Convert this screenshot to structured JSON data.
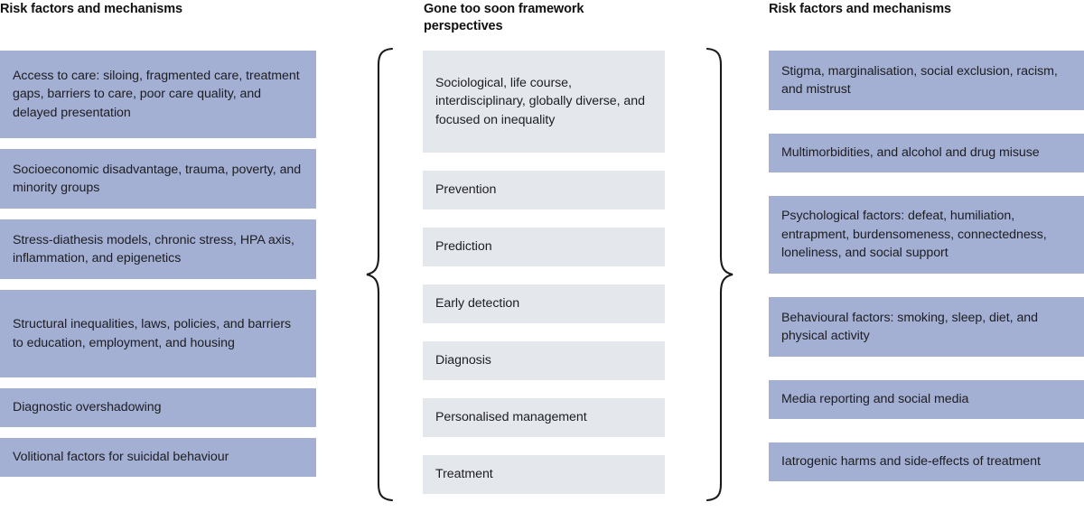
{
  "figure": {
    "type": "three-column-framework-diagram",
    "columns": [
      {
        "id": "left",
        "heading": "Risk factors and mechanisms",
        "box_color": "#a3afd3",
        "items": [
          {
            "text": "Access to care: siloing, fragmented care, treatment gaps, barriers to care, poor care quality, and delayed presentation",
            "height": 97
          },
          {
            "text": "Socioeconomic disadvantage, trauma, poverty, and minority groups",
            "height": 66
          },
          {
            "text": "Stress-diathesis models, chronic stress, HPA axis, inflammation, and epigenetics",
            "height": 66
          },
          {
            "text": "Structural inequalities, laws, policies, and barriers to education, employment, and housing",
            "height": 97
          },
          {
            "text": "Diagnostic overshadowing",
            "height": 43
          },
          {
            "text": "Volitional factors for suicidal behaviour",
            "height": 43
          }
        ]
      },
      {
        "id": "middle",
        "heading": "Gone too soon framework perspectives",
        "box_color": "#e4e8ec",
        "items": [
          {
            "text": "Sociological, life course, interdisciplinary, globally diverse, and focused on inequality",
            "height": 113
          },
          {
            "text": "Prevention",
            "height": 43
          },
          {
            "text": "Prediction",
            "height": 43
          },
          {
            "text": "Early detection",
            "height": 43
          },
          {
            "text": "Diagnosis",
            "height": 43
          },
          {
            "text": "Personalised management",
            "height": 43
          },
          {
            "text": "Treatment",
            "height": 43
          }
        ]
      },
      {
        "id": "right",
        "heading": "Risk factors and mechanisms",
        "box_color": "#a3afd3",
        "items": [
          {
            "text": "Stigma, marginalisation, social exclusion, racism, and mistrust",
            "height": 66
          },
          {
            "text": "Multimorbidities, and alcohol and drug misuse",
            "height": 43
          },
          {
            "text": "Psychological factors: defeat, humiliation, entrapment, burdensomeness, connectedness, loneliness, and social support",
            "height": 86
          },
          {
            "text": "Behavioural factors: smoking, sleep, diet, and physical activity",
            "height": 66
          },
          {
            "text": "Media reporting and social media",
            "height": 43
          },
          {
            "text": "Iatrogenic harms and side-effects of treatment",
            "height": 43
          }
        ]
      }
    ],
    "braces": [
      {
        "id": "brace-left",
        "glyph": "left-curly-brace",
        "direction": "opens-right"
      },
      {
        "id": "brace-right",
        "glyph": "right-curly-brace",
        "direction": "opens-left"
      }
    ]
  }
}
